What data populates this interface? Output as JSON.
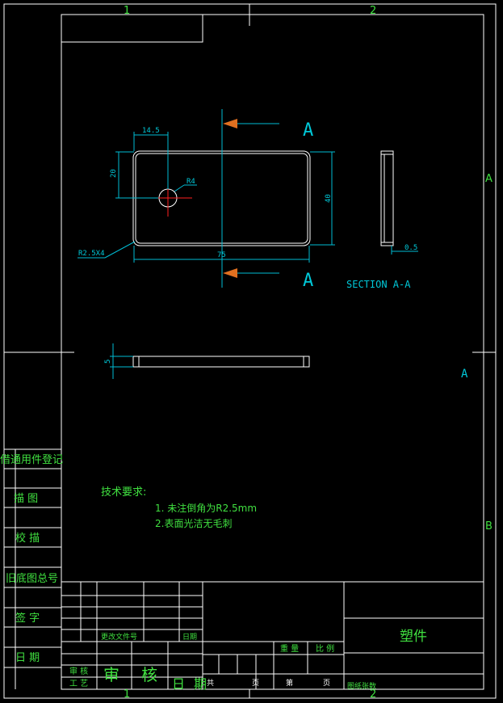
{
  "zone_marks": {
    "col1": "1",
    "col2": "2",
    "rowA": "A",
    "rowB": "B"
  },
  "dims": {
    "width_pos": "14.5",
    "height_pos": "20",
    "hole_radius": "R4",
    "overall_height": "40",
    "overall_width": "75",
    "corner_radius": "R2.5X4",
    "wall": "0.5",
    "thickness": "5"
  },
  "section": {
    "cut_label": "A",
    "caption": "SECTION A-A",
    "view_label": "A"
  },
  "tech": {
    "title": "技术要求:",
    "req1": "1. 未注倒角为R2.5mm",
    "req2": "2.表面光洁无毛刺"
  },
  "side_labels": [
    "借通用件登记",
    "描  图",
    "校  描",
    "旧底图总号",
    "签  字",
    "日  期"
  ],
  "title_block": {
    "part_name": "塑件",
    "change_doc": "更改文件号",
    "date_small": "日期",
    "weight": "重 量",
    "scale": "比 例",
    "review": "审 核",
    "process": "工 艺",
    "approve_a": "审",
    "approve_b": "核",
    "date_big": "日",
    "date_big2": "期",
    "sheet_total": "共",
    "sheet_pages": "页",
    "sheet_no": "第",
    "sheet_pages2": "页",
    "paper": "图纸张数"
  },
  "colors": {
    "bg": "#000000",
    "line": "#ffffff",
    "dim": "#00bcd4",
    "center": "#ff2020",
    "arrow": "#e07020",
    "text": "#40e040"
  }
}
